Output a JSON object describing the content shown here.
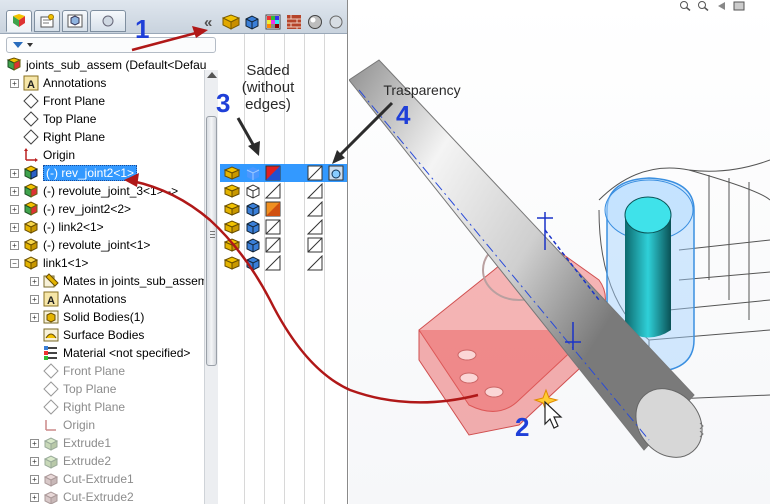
{
  "tree": {
    "root_label": "joints_sub_assem  (Default<Defau",
    "items": [
      {
        "label": "Annotations",
        "icon": "annotations-icon"
      },
      {
        "label": "Front Plane",
        "icon": "plane-icon"
      },
      {
        "label": "Top Plane",
        "icon": "plane-icon"
      },
      {
        "label": "Right Plane",
        "icon": "plane-icon"
      },
      {
        "label": "Origin",
        "icon": "origin-icon"
      },
      {
        "label": "(-) rev_joint2<1>",
        "icon": "subassembly-icon"
      },
      {
        "label": "(-) revolute_joint_3<1> ->",
        "icon": "subassembly-icon"
      },
      {
        "label": "(-) rev_joint2<2>",
        "icon": "subassembly-icon"
      },
      {
        "label": "(-) link2<1>",
        "icon": "part-icon"
      },
      {
        "label": "(-) revolute_joint<1>",
        "icon": "part-icon"
      },
      {
        "label": "link1<1>",
        "icon": "part-icon"
      }
    ],
    "children": [
      {
        "label": "Mates in joints_sub_assem",
        "icon": "mates-icon"
      },
      {
        "label": "Annotations",
        "icon": "annotations-icon"
      },
      {
        "label": "Solid Bodies(1)",
        "icon": "solid-bodies-icon"
      },
      {
        "label": "Surface Bodies",
        "icon": "surface-bodies-icon"
      },
      {
        "label": "Material <not specified>",
        "icon": "material-icon"
      },
      {
        "label": "Front Plane",
        "icon": "plane-icon"
      },
      {
        "label": "Top Plane",
        "icon": "plane-icon"
      },
      {
        "label": "Right Plane",
        "icon": "plane-icon"
      },
      {
        "label": "Origin",
        "icon": "origin-icon"
      },
      {
        "label": "Extrude1",
        "icon": "extrude-icon"
      },
      {
        "label": "Extrude2",
        "icon": "extrude-icon"
      },
      {
        "label": "Cut-Extrude1",
        "icon": "cut-extrude-icon"
      },
      {
        "label": "Cut-Extrude2",
        "icon": "cut-extrude-icon"
      }
    ]
  },
  "annotations": {
    "num1": "1",
    "num2": "2",
    "num3": "3",
    "num4": "4",
    "shaded_label_line1": "Saded",
    "shaded_label_line2": "(without",
    "shaded_label_line3": "edges)",
    "transparency_label": "Trasparency"
  },
  "colors": {
    "callout_blue": "#1f3fd8",
    "arrow_red": "#b01818",
    "selection_blue": "#3399ff",
    "model_pink": "#f07a7a",
    "model_cyan": "#2fd0d8"
  }
}
